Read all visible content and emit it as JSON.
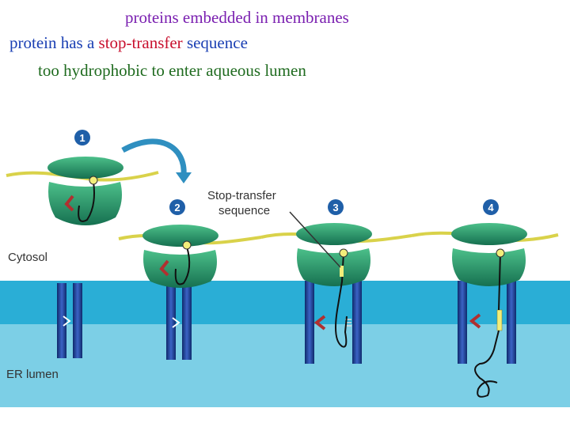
{
  "heading": {
    "line1": "proteins embedded in membranes",
    "line2_pre": "protein has a ",
    "line2_red": "stop-transfer",
    "line2_post": " sequence",
    "line3": "too hydrophobic to enter aqueous lumen"
  },
  "figure": {
    "steps": [
      "1",
      "2",
      "3",
      "4"
    ],
    "stop_transfer_label_1": "Stop-transfer",
    "stop_transfer_label_2": "sequence",
    "cytosol_label": "Cytosol",
    "lumen_label": "ER lumen"
  },
  "colors": {
    "membrane": "#2aaed6",
    "lumen": "#7ccfe6",
    "ribosome": "#1f8a62",
    "translocon": "#1a3f8f",
    "mrna": "#d9d24a",
    "line1": "#7a1fb0",
    "line2": "#1a3fb3",
    "highlight": "#c8102e",
    "line3": "#1f6b1f"
  }
}
